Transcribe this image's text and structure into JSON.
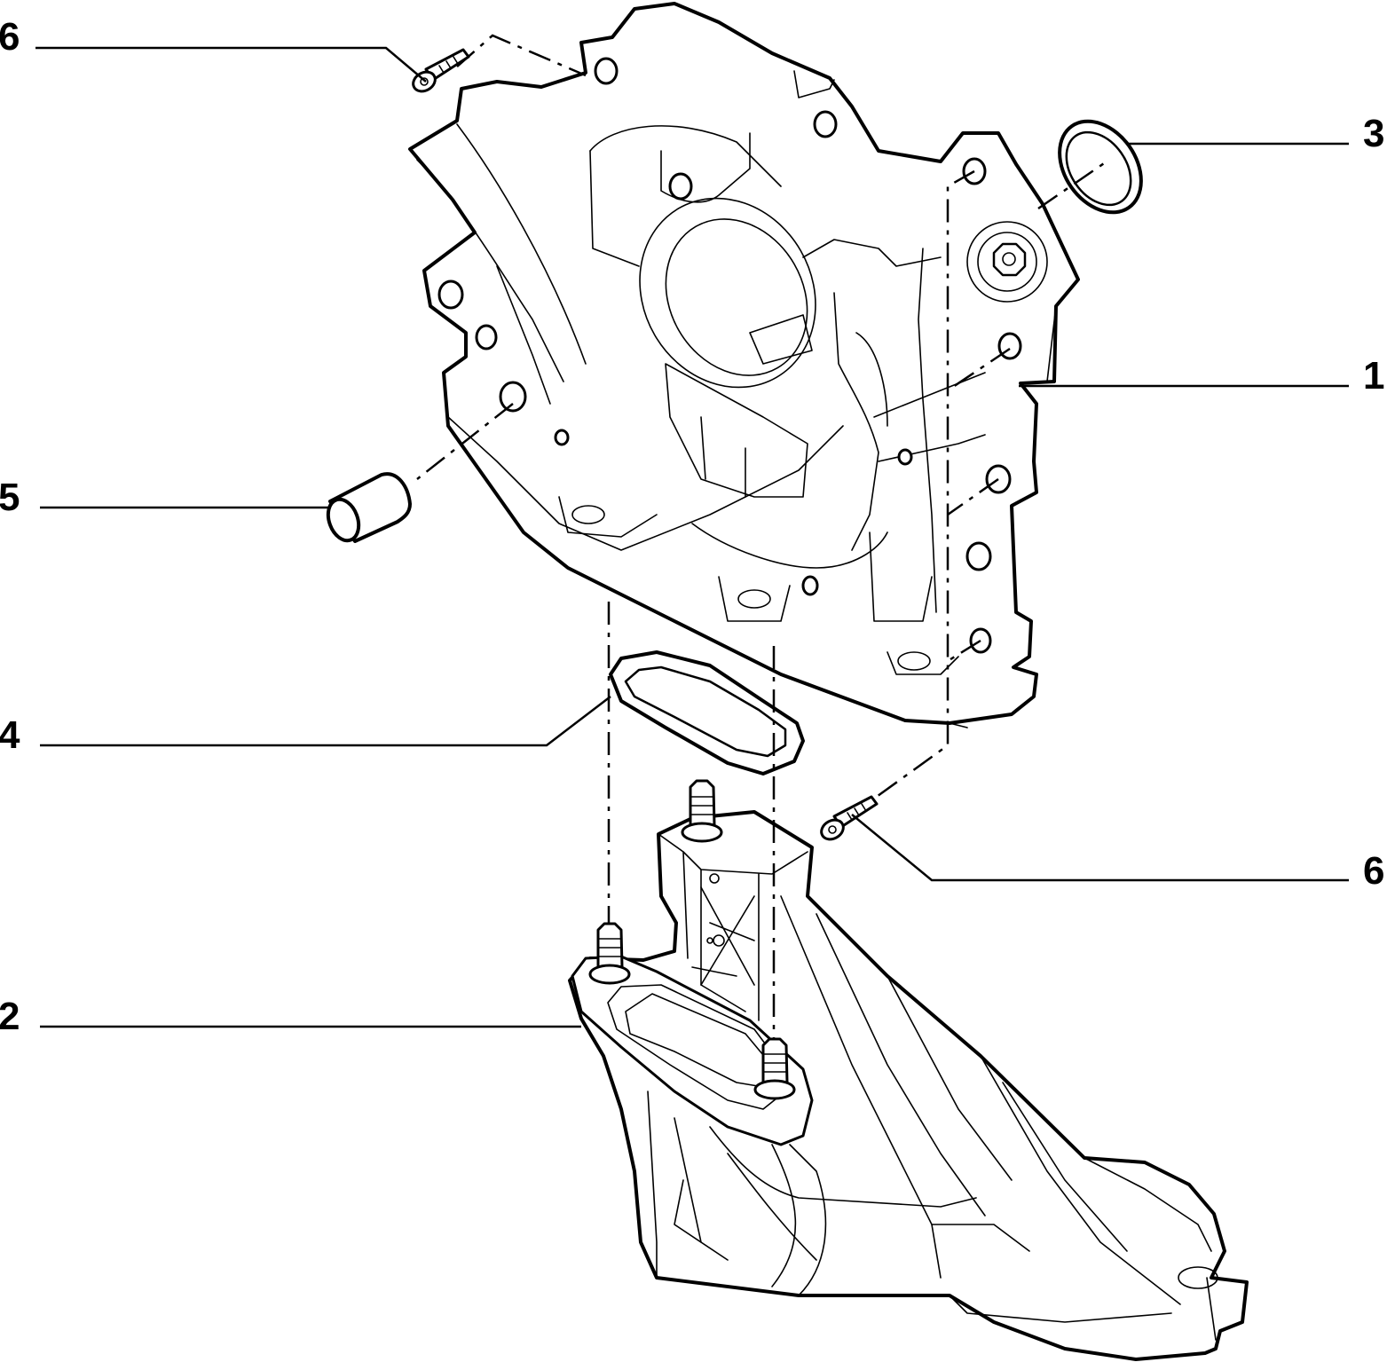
{
  "callouts": [
    {
      "id": "c6a",
      "label": "6"
    },
    {
      "id": "c3",
      "label": "3"
    },
    {
      "id": "c1",
      "label": "1"
    },
    {
      "id": "c5",
      "label": "5"
    },
    {
      "id": "c4",
      "label": "4"
    },
    {
      "id": "c6b",
      "label": "6"
    },
    {
      "id": "c2",
      "label": "2"
    }
  ],
  "colors": {
    "ink": "#000000",
    "paper": "#ffffff"
  }
}
